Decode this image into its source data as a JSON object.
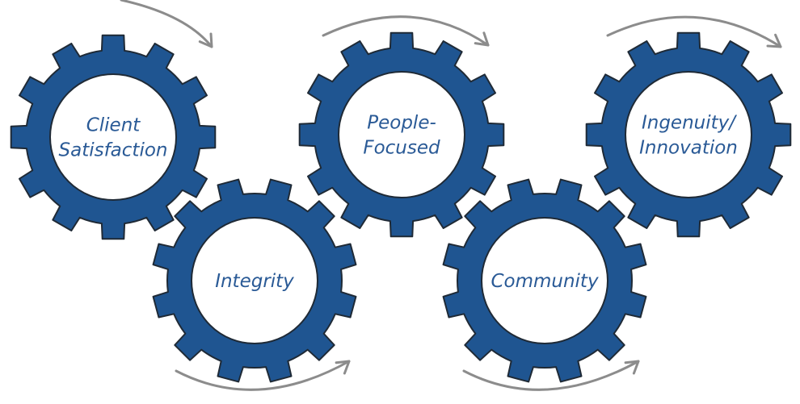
{
  "theme": {
    "gear_color": "#1f5591",
    "text_color": "#2a5a96",
    "arrow_color": "#8c8c8c"
  },
  "gears": [
    {
      "id": "client-satisfaction",
      "lines": [
        "Client",
        "Satisfaction"
      ]
    },
    {
      "id": "integrity",
      "lines": [
        "Integrity"
      ]
    },
    {
      "id": "people-focused",
      "lines": [
        "People-",
        "Focused"
      ]
    },
    {
      "id": "community",
      "lines": [
        "Community"
      ]
    },
    {
      "id": "ingenuity-innovation",
      "lines": [
        "Ingenuity/",
        "Innovation"
      ]
    }
  ],
  "arrows": [
    {
      "id": "arrow-client-to-people",
      "direction": "right"
    },
    {
      "id": "arrow-people-to-ingenuity",
      "direction": "right"
    },
    {
      "id": "arrow-top-right",
      "direction": "right"
    },
    {
      "id": "arrow-integrity-bottom",
      "direction": "right"
    },
    {
      "id": "arrow-community-bottom",
      "direction": "right"
    }
  ]
}
